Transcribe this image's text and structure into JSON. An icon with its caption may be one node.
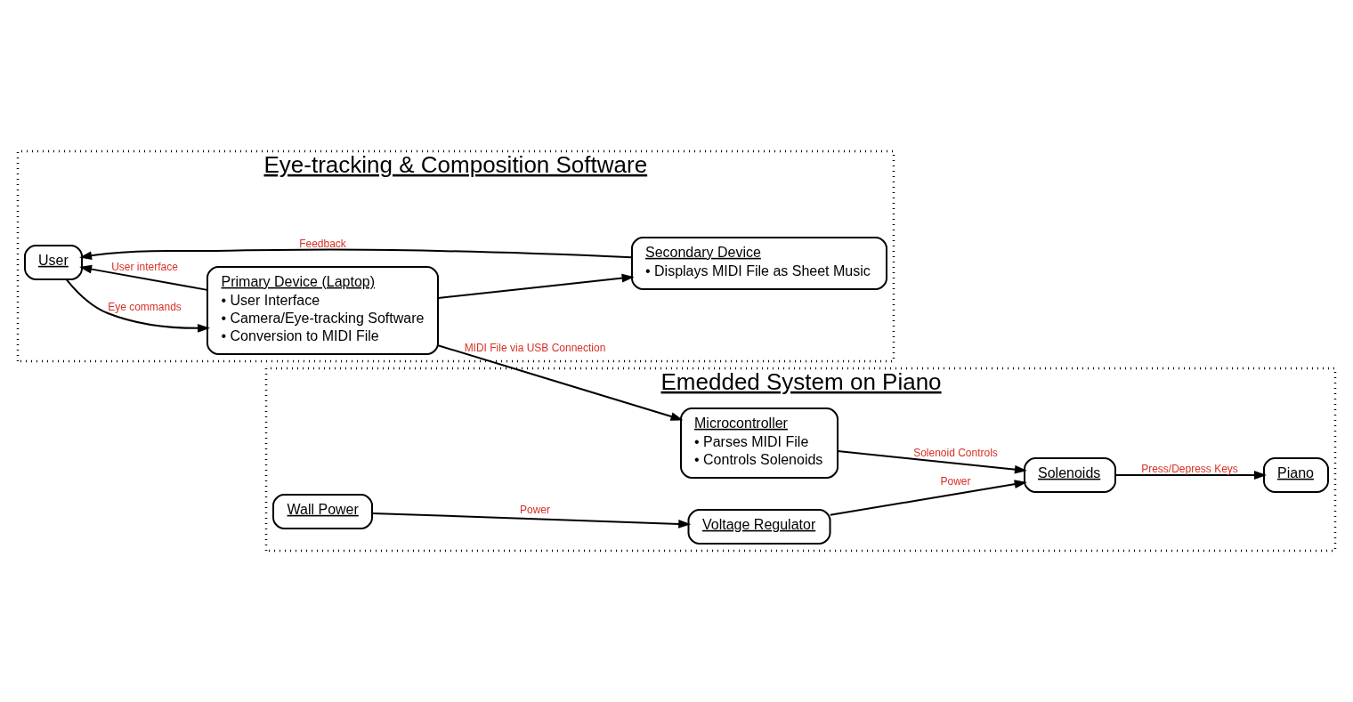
{
  "diagram": {
    "nodes": [
      {
        "text": [
          "Eye-tracking & Composition Software"
        ]
      },
      {
        "text": [
          "User"
        ],
        "in": 0
      },
      {
        "text": [
          "Primary Device (Laptop)",
          "• User Interface",
          "• Camera/Eye-tracking Software",
          "• Conversion to MIDI File"
        ],
        "in": 0
      },
      {
        "text": [
          "Secondary Device",
          "• Displays MIDI File as Sheet Music"
        ],
        "in": 0
      },
      {
        "text": [
          "Emedded System on Piano"
        ]
      },
      {
        "text": [
          "Microcontroller",
          "• Parses MIDI File",
          "• Controls Solenoids"
        ],
        "in": 4
      },
      {
        "text": [
          "Wall Power"
        ],
        "in": 4
      },
      {
        "text": [
          "Voltage Regulator"
        ],
        "in": 4
      },
      {
        "text": [
          "Solenoids"
        ],
        "in": 4
      },
      {
        "text": [
          "Piano"
        ],
        "in": 4
      }
    ],
    "edges": [
      {
        "from": 1,
        "to": 2,
        "arrow": "to",
        "label": "Eye commands"
      },
      {
        "from": 2,
        "to": 1,
        "arrow": "to",
        "label": "User interface"
      },
      {
        "from": 3,
        "to": 1,
        "arrow": "to",
        "label": "Feedback"
      },
      {
        "from": 2,
        "to": 3,
        "arrow": "to"
      },
      {
        "from": 2,
        "to": 5,
        "arrow": "to",
        "label": "MIDI File via USB Connection"
      },
      {
        "from": 5,
        "to": 8,
        "arrow": "to",
        "label": "Solenoid Controls"
      },
      {
        "from": 6,
        "to": 7,
        "arrow": "to",
        "label": "Power"
      },
      {
        "from": 7,
        "to": 8,
        "arrow": "to",
        "label": "Power"
      },
      {
        "from": 8,
        "to": 9,
        "arrow": "to",
        "label": "Press/Depress Keys"
      }
    ]
  }
}
